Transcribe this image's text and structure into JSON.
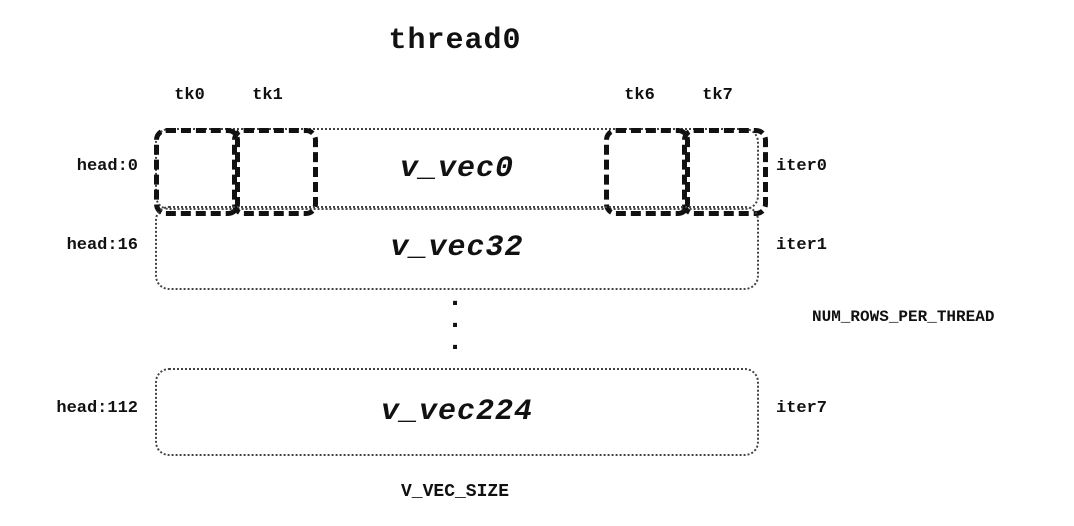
{
  "diagram": {
    "title": "thread0",
    "tk_labels": [
      "tk0",
      "tk1",
      "tk6",
      "tk7"
    ],
    "rows": [
      {
        "head": "head:0",
        "vec": "v_vec0",
        "iter": "iter0"
      },
      {
        "head": "head:16",
        "vec": "v_vec32",
        "iter": "iter1"
      },
      {
        "head": "head:112",
        "vec": "v_vec224",
        "iter": "iter7"
      }
    ],
    "ellipsis": ".\n.\n.",
    "num_rows_label": "NUM_ROWS_PER_THREAD",
    "bottom_label": "V_VEC_SIZE"
  }
}
